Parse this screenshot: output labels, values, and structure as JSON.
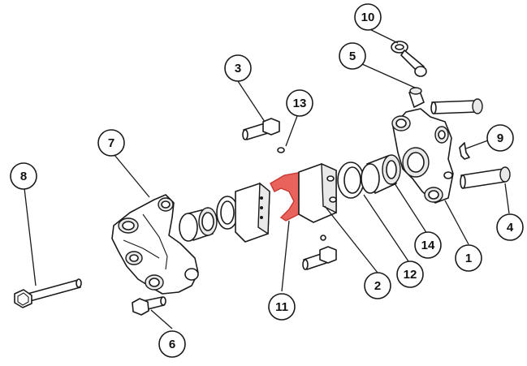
{
  "callouts": [
    {
      "id": "1",
      "label": "1"
    },
    {
      "id": "2",
      "label": "2"
    },
    {
      "id": "3",
      "label": "3"
    },
    {
      "id": "4",
      "label": "4"
    },
    {
      "id": "5",
      "label": "5"
    },
    {
      "id": "6",
      "label": "6"
    },
    {
      "id": "7",
      "label": "7"
    },
    {
      "id": "8",
      "label": "8"
    },
    {
      "id": "9",
      "label": "9"
    },
    {
      "id": "10",
      "label": "10"
    },
    {
      "id": "11",
      "label": "11"
    },
    {
      "id": "12",
      "label": "12"
    },
    {
      "id": "13",
      "label": "13"
    },
    {
      "id": "14",
      "label": "14"
    }
  ],
  "colors": {
    "highlight": "#e8635b",
    "line": "#1a1a1a",
    "background": "#ffffff"
  }
}
